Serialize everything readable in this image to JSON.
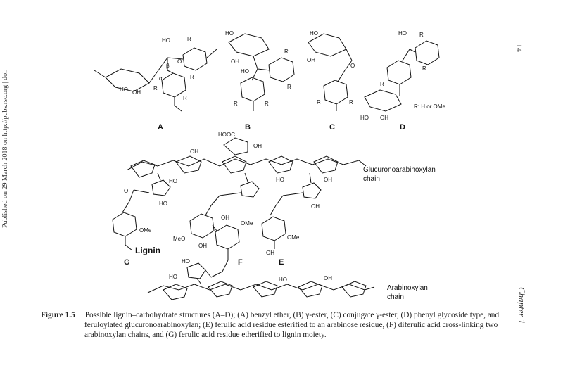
{
  "margin_note": "Published on 29 March 2018 on http://pubs.rsc.org | doi:",
  "page_number": "14",
  "chapter_label": "Chapter 1",
  "figure": {
    "structure_labels": [
      "A",
      "B",
      "C",
      "D",
      "G",
      "F",
      "E"
    ],
    "substituent_note": "R: H or OMe",
    "lignin_label": "Lignin",
    "chain_labels": {
      "glucuronoarabinoxylan": [
        "Glucuronoarabinoxylan",
        "chain"
      ],
      "arabinoxylan": [
        "Arabinoxylan",
        "chain"
      ]
    },
    "atom_labels": {
      "HO": "HO",
      "OH": "OH",
      "O": "O",
      "R": "R",
      "OMe": "OMe",
      "MeO": "MeO",
      "HOOC": "HOOC",
      "alpha": "α",
      "beta": "β",
      "four": "4"
    }
  },
  "caption": {
    "tag": "Figure 1.5",
    "text": "Possible lignin–carbohydrate structures (A–D); (A) benzyl ether, (B) γ-ester, (C) conjugate γ-ester, (D) phenyl glycoside type, and feruloylated glucuronoarabinoxylan; (E) ferulic acid residue esterified to an arabinose residue, (F) diferulic acid cross-linking two arabinoxylan chains, and (G) ferulic acid residue etherified to lignin moiety."
  }
}
